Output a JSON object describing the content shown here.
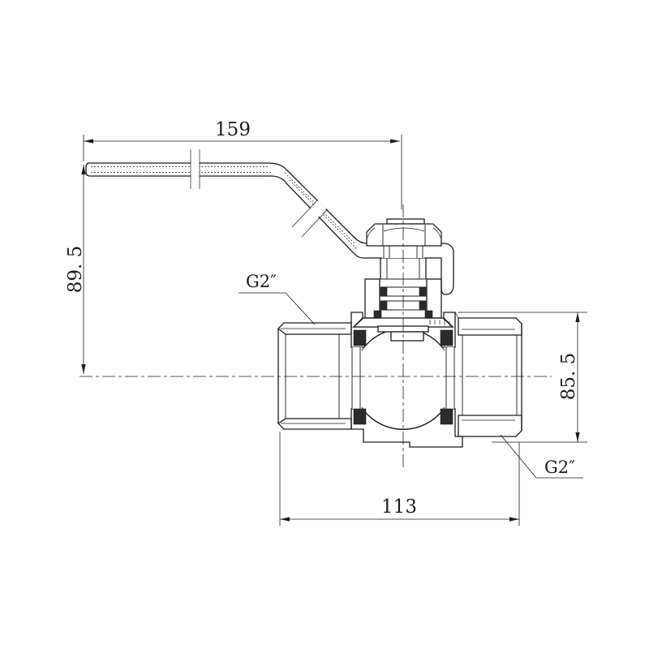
{
  "drawing": {
    "type": "technical-drawing",
    "subject": "ball valve with lever handle, sectional view",
    "colors": {
      "background": "#ffffff",
      "line": "#1c1c1c",
      "seal": "#2b2b2b"
    },
    "dimensions": {
      "handle_length": "159",
      "handle_height": "89. 5",
      "body_height": "85. 5",
      "body_length": "113"
    },
    "labels": {
      "port_top": "G2″",
      "port_bottom": "G2″"
    }
  }
}
